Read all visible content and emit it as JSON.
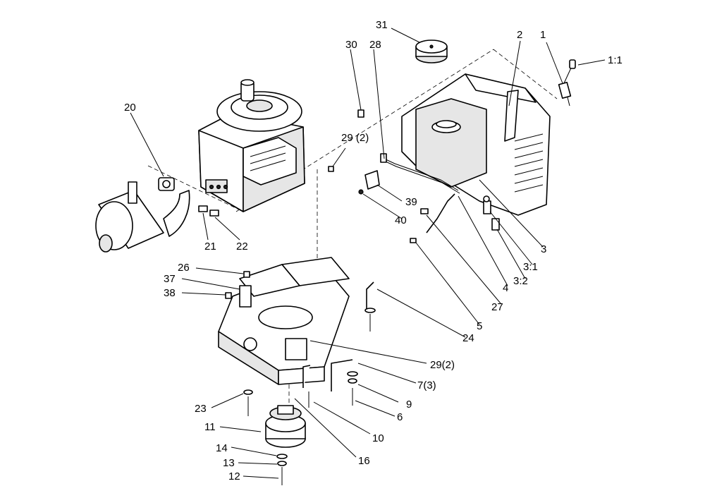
{
  "diagram": {
    "callouts": [
      {
        "id": "c-1-1",
        "text": "1:1"
      },
      {
        "id": "c-1",
        "text": "1"
      },
      {
        "id": "c-2",
        "text": "2"
      },
      {
        "id": "c-31",
        "text": "31"
      },
      {
        "id": "c-30",
        "text": "30"
      },
      {
        "id": "c-28",
        "text": "28"
      },
      {
        "id": "c-20",
        "text": "20"
      },
      {
        "id": "c-29-a",
        "text": "29 (2)"
      },
      {
        "id": "c-39",
        "text": "39"
      },
      {
        "id": "c-40",
        "text": "40"
      },
      {
        "id": "c-21",
        "text": "21"
      },
      {
        "id": "c-22",
        "text": "22"
      },
      {
        "id": "c-3",
        "text": "3"
      },
      {
        "id": "c-3-1",
        "text": "3:1"
      },
      {
        "id": "c-3-2",
        "text": "3:2"
      },
      {
        "id": "c-4",
        "text": "4"
      },
      {
        "id": "c-27",
        "text": "27"
      },
      {
        "id": "c-5",
        "text": "5"
      },
      {
        "id": "c-26",
        "text": "26"
      },
      {
        "id": "c-37",
        "text": "37"
      },
      {
        "id": "c-38",
        "text": "38"
      },
      {
        "id": "c-24",
        "text": "24"
      },
      {
        "id": "c-29-b",
        "text": "29(2)"
      },
      {
        "id": "c-7",
        "text": "7(3)"
      },
      {
        "id": "c-9",
        "text": "9"
      },
      {
        "id": "c-6",
        "text": "6"
      },
      {
        "id": "c-23",
        "text": "23"
      },
      {
        "id": "c-11",
        "text": "11"
      },
      {
        "id": "c-10",
        "text": "10"
      },
      {
        "id": "c-14",
        "text": "14"
      },
      {
        "id": "c-16",
        "text": "16"
      },
      {
        "id": "c-13",
        "text": "13"
      },
      {
        "id": "c-12",
        "text": "12"
      }
    ]
  }
}
